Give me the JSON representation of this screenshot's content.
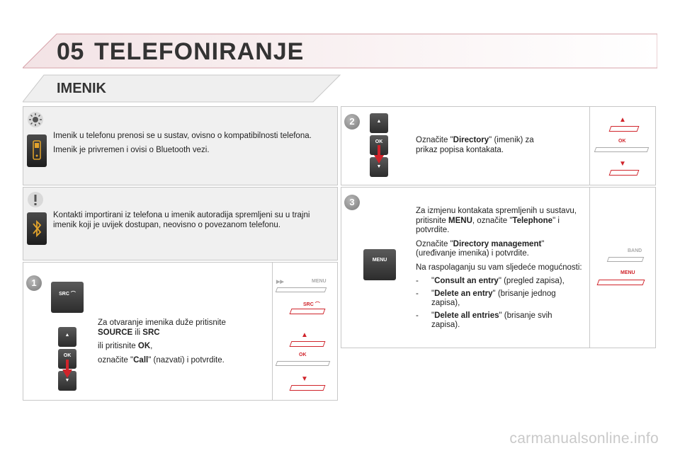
{
  "header": {
    "chapter_number": "05",
    "chapter_title": "TELEFONIRANJE",
    "section_title": "IMENIK"
  },
  "info_panel": {
    "line1": "Imenik u telefonu prenosi se u sustav, ovisno o kompatibilnosti telefona.",
    "line2": "Imenik je privremen i ovisi o Bluetooth vezi."
  },
  "warning_panel": {
    "text": "Kontakti importirani iz telefona u imenik autoradija spremljeni su u trajni imenik koji je uvijek dostupan, neovisno o povezanom telefonu."
  },
  "step1": {
    "number": "1",
    "t1": "Za otvaranje imenika duže pritisnite",
    "t1_b1": "SOURCE",
    "t1_mid": "ili",
    "t1_b2": "SRC",
    "t2": "ili pritisnite",
    "t2_b": "OK",
    "t2_end": ",",
    "t3": "označite \"",
    "t3_b": "Call",
    "t3_end": "\" (nazvati) i potvrdite.",
    "key_src": "SRC",
    "key_up": "▲",
    "key_ok": "OK",
    "key_down": "▼",
    "side_menu": "MENU",
    "side_src": "SRC",
    "side_ok": "OK"
  },
  "step2": {
    "number": "2",
    "t1": "Označite \"",
    "t1_b": "Directory",
    "t1_end": "\" (imenik) za prikaz popisa kontakata.",
    "key_up": "▲",
    "key_ok": "OK",
    "key_down": "▼",
    "side_ok": "OK"
  },
  "step3": {
    "number": "3",
    "p1_a": "Za izmjenu kontakata spremljenih u sustavu, pritisnite",
    "p1_b": "MENU",
    "p1_c": ", označite \"",
    "p1_d": "Telephone",
    "p1_e": "\" i potvrdite.",
    "p2_a": "Označite \"",
    "p2_b": "Directory management",
    "p2_c": "\" (uređivanje imenika) i potvrdite.",
    "p3": "Na raspolaganju su vam sljedeće mogućnosti:",
    "options": [
      {
        "dash": "-",
        "label": "Consult an entry",
        "desc": "\" (pregled zapisa),",
        "quote": "\""
      },
      {
        "dash": "-",
        "label": "Delete an entry",
        "desc": "\" (brisanje jednog zapisa),",
        "quote": "\""
      },
      {
        "dash": "-",
        "label": "Delete all entries",
        "desc": "\" (brisanje svih zapisa).",
        "quote": "\""
      }
    ],
    "key_menu": "MENU",
    "side_band": "BAND",
    "side_menu": "MENU"
  },
  "footer": {
    "watermark": "carmanualsonline.info"
  },
  "colors": {
    "accent_red": "#d0242b",
    "panel_bg": "#f0f0f0",
    "header_pink": "#e8c9cd"
  }
}
